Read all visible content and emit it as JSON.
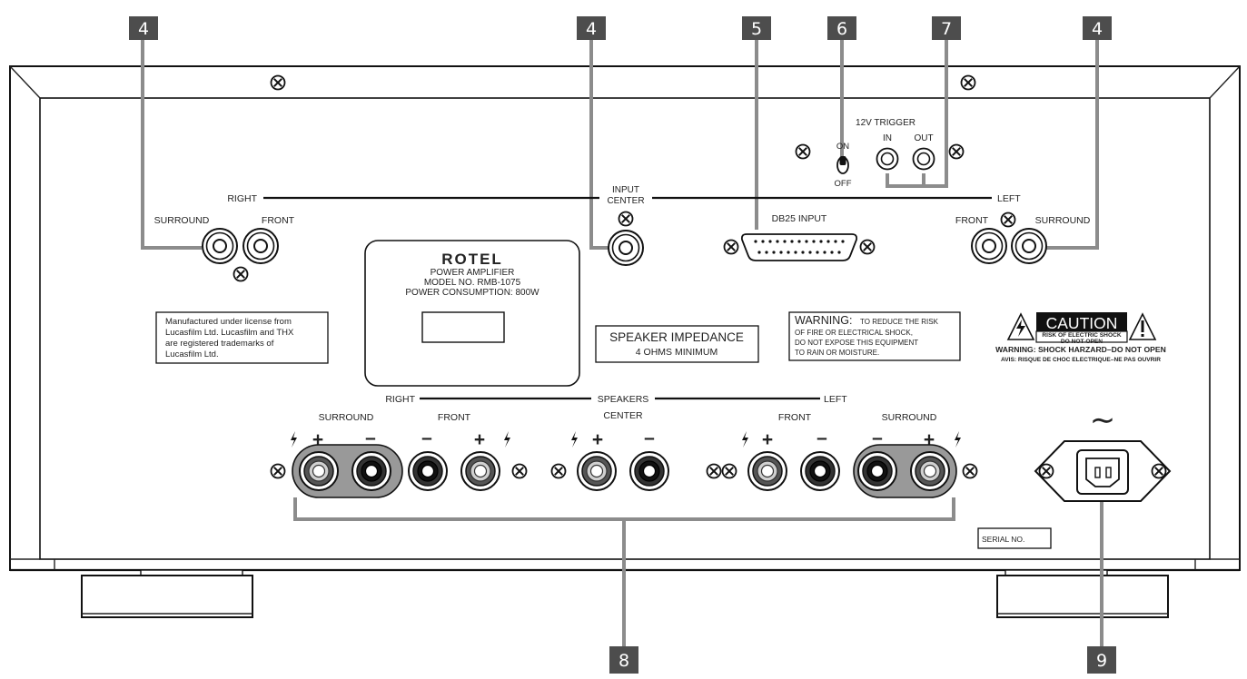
{
  "callouts": {
    "rca_left": "4",
    "rca_center": "4",
    "db25": "5",
    "switch": "6",
    "trigger": "7",
    "rca_right": "4",
    "speakers": "8",
    "ac": "9"
  },
  "inputs": {
    "right": "RIGHT",
    "left": "LEFT",
    "input": "INPUT",
    "center": "CENTER",
    "surround_l": "SURROUND",
    "front_l": "FRONT",
    "front_r": "FRONT",
    "surround_r": "SURROUND",
    "db25": "DB25 INPUT"
  },
  "trigger": {
    "title": "12V TRIGGER",
    "in": "IN",
    "out": "OUT",
    "on": "ON",
    "off": "OFF"
  },
  "label_plate": {
    "brand": "ROTEL",
    "line1": "POWER AMPLIFIER",
    "line2": "MODEL NO. RMB-1075",
    "line3": "POWER CONSUMPTION: 800W"
  },
  "license": {
    "line1": "Manufactured under license from",
    "line2": "Lucasfilm Ltd.  Lucasfilm and THX",
    "line3": "are registered trademarks of",
    "line4": "Lucasfilm Ltd."
  },
  "impedance": {
    "title": "SPEAKER IMPEDANCE",
    "sub": "4 OHMS MINIMUM"
  },
  "warning": {
    "head": "WARNING:",
    "line1": "TO REDUCE THE RISK",
    "line2": "OF FIRE OR ELECTRICAL SHOCK,",
    "line3": "DO NOT EXPOSE THIS EQUIPMENT",
    "line4": "TO RAIN OR MOISTURE."
  },
  "caution": {
    "title": "CAUTION",
    "sub1": "RISK OF ELECTRIC SHOCK",
    "sub2": "DO NOT OPEN",
    "warn": "WARNING: SHOCK HARZARD–DO NOT OPEN",
    "avis": "AVIS: RISQUE DE CHOC ELECTRIQUE–NE PAS OUVRIR"
  },
  "speakers": {
    "right": "RIGHT",
    "title": "SPEAKERS",
    "left": "LEFT",
    "surround_l": "SURROUND",
    "front_l": "FRONT",
    "center": "CENTER",
    "front_r": "FRONT",
    "surround_r": "SURROUND",
    "plus": "+",
    "minus": "–"
  },
  "ac": {
    "symbol": "∼"
  },
  "serial": "SERIAL NO."
}
